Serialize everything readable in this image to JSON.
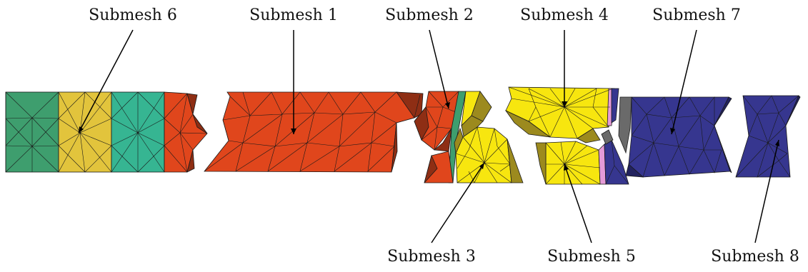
{
  "labels": {
    "submesh6": "Submesh 6",
    "submesh1": "Submesh 1",
    "submesh2": "Submesh 2",
    "submesh4": "Submesh 4",
    "submesh7": "Submesh 7",
    "submesh3": "Submesh 3",
    "submesh5": "Submesh 5",
    "submesh8": "Submesh 8"
  },
  "colors": {
    "green": "#3e9e6e",
    "teal": "#36b592",
    "mustard": "#e2c43c",
    "orange": "#e0461c",
    "orange_dark": "#8e2e14",
    "yellow": "#f7e60f",
    "olive": "#9c8a1e",
    "navy": "#36368f",
    "navy_dark": "#22225e",
    "gray": "#6a6a6a",
    "pink": "#e59bd8"
  }
}
